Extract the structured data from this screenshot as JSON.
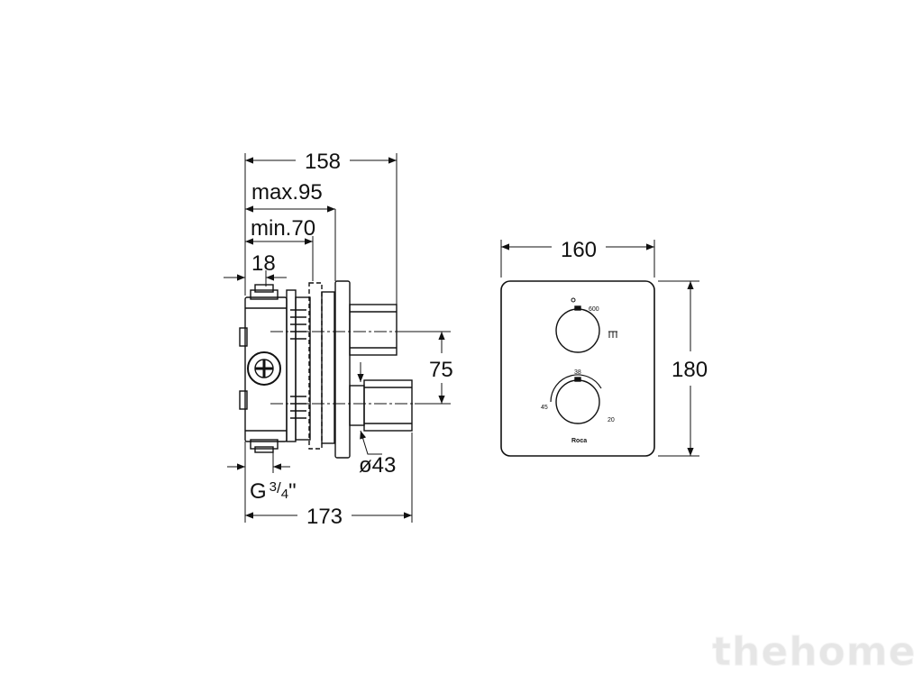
{
  "side_view": {
    "dims": {
      "overall_depth": "158",
      "max_depth": "max.95",
      "min_depth": "min.70",
      "box_wall": "18",
      "connection_prefix": "G",
      "connection_sup": "3",
      "connection_sub": "4",
      "connection_suffix": "\"",
      "total_length": "173",
      "spacing": "75",
      "handle_diameter": "ø43"
    }
  },
  "front_view": {
    "dims": {
      "width": "160",
      "height": "180"
    },
    "labels": {
      "flow_value": "600",
      "temp_top": "38",
      "temp_left": "45",
      "temp_right": "20",
      "brand": "Roca"
    }
  },
  "watermark": "thehome"
}
